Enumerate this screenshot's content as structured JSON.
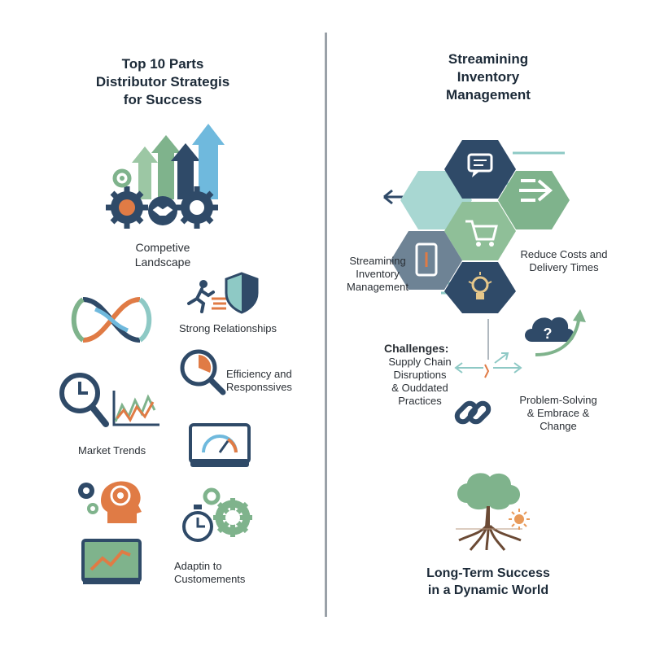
{
  "left": {
    "title": "Top 10 Parts\nDistributor Strategis\nfor Success",
    "competitive": "Competive\nLandscape",
    "relationships": "Strong Relationships",
    "efficiency": "Efficiency and\nResponssives",
    "market": "Market Trends",
    "adapt": "Adaptin to\nCustomements"
  },
  "right": {
    "title": "Streamining\nInventory\nManagement",
    "inventory": "Streamining\nInventory\nManagement",
    "reduce": "Reduce Costs and\nDelivery Times",
    "challenges_head": "Challenges:",
    "challenges_body": "Supply Chain\nDisruptions\n& Ouddated\nPractices",
    "problem": "Problem-Solving\n& Embrace &\nChange",
    "success": "Long-Term Success\nin a Dynamic World"
  },
  "colors": {
    "navy": "#2f4a68",
    "green": "#7fb38c",
    "teal": "#8ec9c5",
    "blue": "#4fa6d8",
    "orange": "#e07b45",
    "slate": "#6e8395"
  },
  "icons": [
    "growth-arrows-icon",
    "gears-icon",
    "handshake-icon",
    "knot-icon",
    "runner-icon",
    "shield-icon",
    "stopwatch-magnifier-icon",
    "trend-magnifier-icon",
    "line-graph-icon",
    "gauge-monitor-icon",
    "mind-gears-icon",
    "stopwatch-icon",
    "chart-monitor-icon",
    "chat-icon",
    "cart-icon",
    "phone-icon",
    "bulb-icon",
    "arrow-icon",
    "cloud-question-icon",
    "link-icon",
    "tree-icon",
    "sun-icon"
  ]
}
